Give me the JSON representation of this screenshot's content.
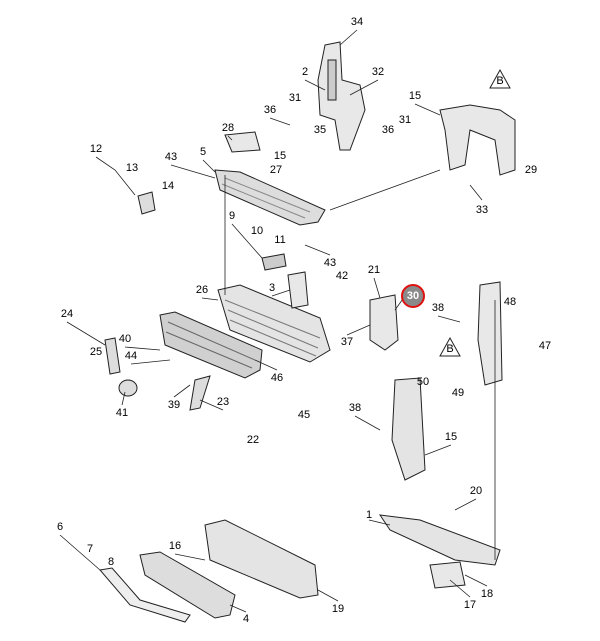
{
  "diagram": {
    "title": "Front grille and radiator support parts diagram",
    "highlighted_callout": "30",
    "highlight_color": "#e01010",
    "callouts": [
      "34",
      "2",
      "32",
      "31",
      "15",
      "36",
      "35",
      "31",
      "36",
      "28",
      "15",
      "27",
      "12",
      "13",
      "14",
      "43",
      "5",
      "29",
      "33",
      "9",
      "10",
      "11",
      "43",
      "42",
      "21",
      "30",
      "3",
      "26",
      "38",
      "48",
      "24",
      "40",
      "25",
      "44",
      "37",
      "47",
      "50",
      "49",
      "46",
      "23",
      "41",
      "39",
      "45",
      "38",
      "15",
      "22",
      "20",
      "1",
      "6",
      "7",
      "8",
      "16",
      "18",
      "19",
      "17",
      "4"
    ],
    "reference_markers": [
      "B",
      "B"
    ]
  }
}
